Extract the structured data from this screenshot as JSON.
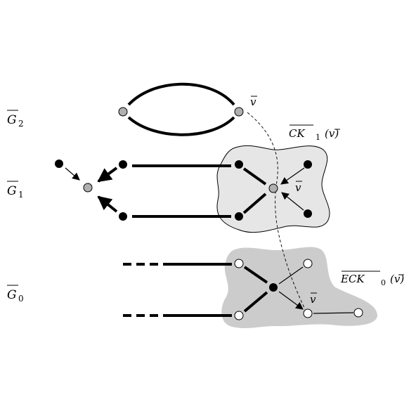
{
  "labels": {
    "g2": {
      "main": "G",
      "sub": "2"
    },
    "g1": {
      "main": "G",
      "sub": "1"
    },
    "g0": {
      "main": "G",
      "sub": "0"
    },
    "ck": {
      "main": "CK",
      "sub": "1",
      "arg": "(v)"
    },
    "eck": {
      "main": "ECK",
      "sub": "0",
      "arg": "(v)"
    },
    "v_top": "v",
    "v_mid": "v",
    "v_bot": "v"
  }
}
